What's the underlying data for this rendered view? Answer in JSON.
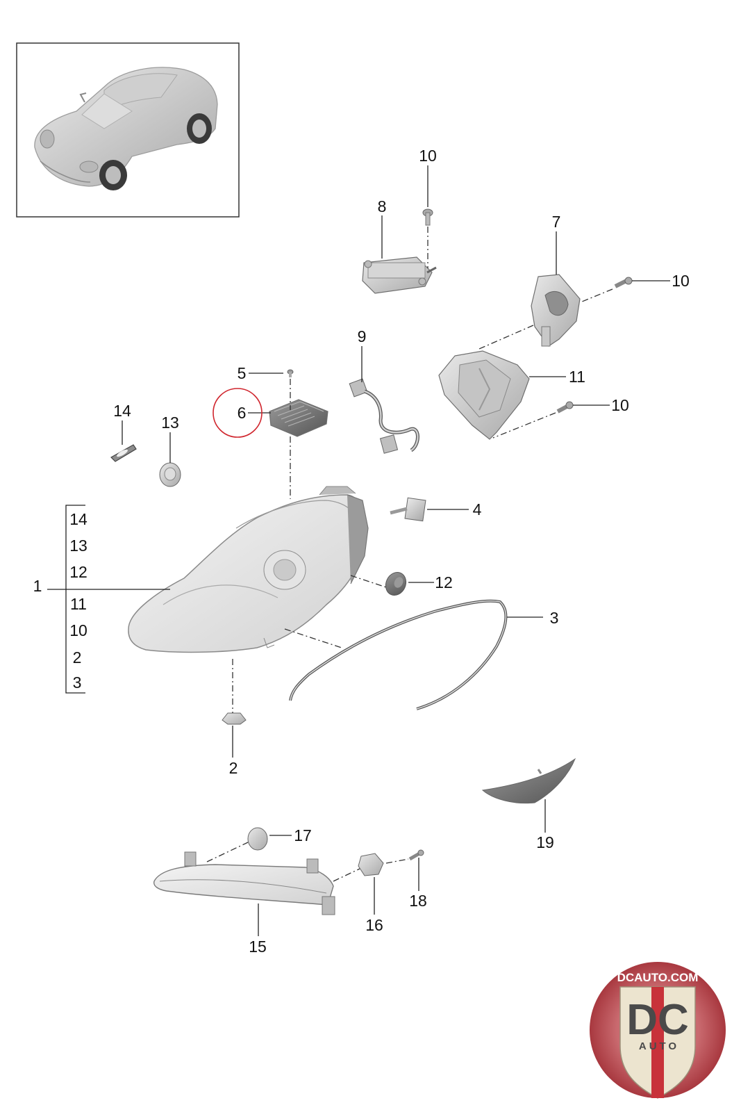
{
  "diagram": {
    "callouts": {
      "c1": "1",
      "c2": "2",
      "c3": "3",
      "c4": "4",
      "c5": "5",
      "c6": "6",
      "c7": "7",
      "c8": "8",
      "c9": "9",
      "c10a": "10",
      "c10b": "10",
      "c10c": "10",
      "c11": "11",
      "c12": "12",
      "c13": "13",
      "c14": "14",
      "c15": "15",
      "c16": "16",
      "c17": "17",
      "c18": "18",
      "c19": "19"
    },
    "assembly_list": [
      "14",
      "13",
      "12",
      "11",
      "10",
      "2",
      "3"
    ],
    "highlighted_callout": "6",
    "highlight_color": "#d0262e"
  },
  "watermark": {
    "site": "DCAUTO.COM",
    "letters": "DC",
    "word": "AUTO",
    "colors": {
      "ring": "#b9484f",
      "shield": "#ece4cf",
      "stripe": "#c8323a"
    }
  },
  "icons": {
    "vehicle_thumbnail": "sports-coupe-icon",
    "headlight": "headlight-assembly-icon"
  }
}
